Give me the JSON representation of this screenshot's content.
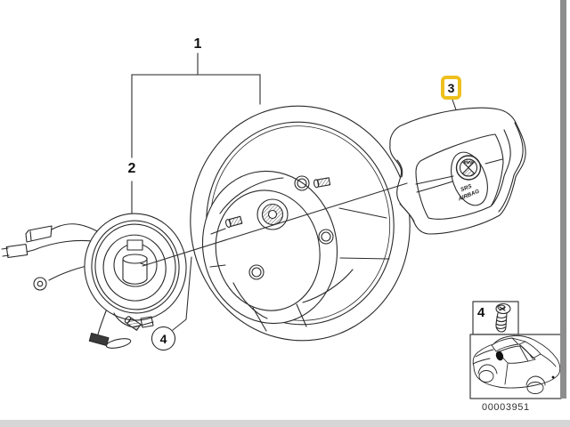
{
  "diagram": {
    "title_context": "steering-wheel-airbag-parts-diagram",
    "part_number": "00003951",
    "callouts": {
      "c1": {
        "label": "1"
      },
      "c2": {
        "label": "2"
      },
      "c3": {
        "label": "3",
        "highlighted": true
      },
      "c4_circle": {
        "label": "4"
      },
      "c4_box": {
        "label": "4"
      }
    },
    "airbag": {
      "logo_text": "BMW",
      "srs_line1": "SRS",
      "srs_line2": "AIRBAG"
    },
    "icons": {
      "screw": "screw-icon",
      "car": "car-location-icon",
      "bmw_roundel": "bmw-roundel-icon"
    },
    "colors": {
      "line": "#2a2a2a",
      "bracket": "#4d4d4d",
      "highlight_yellow": "#eec01e",
      "side_bar_gray": "#8d8d8d",
      "footer_gray": "#d6d6d6",
      "background": "#ffffff"
    }
  }
}
